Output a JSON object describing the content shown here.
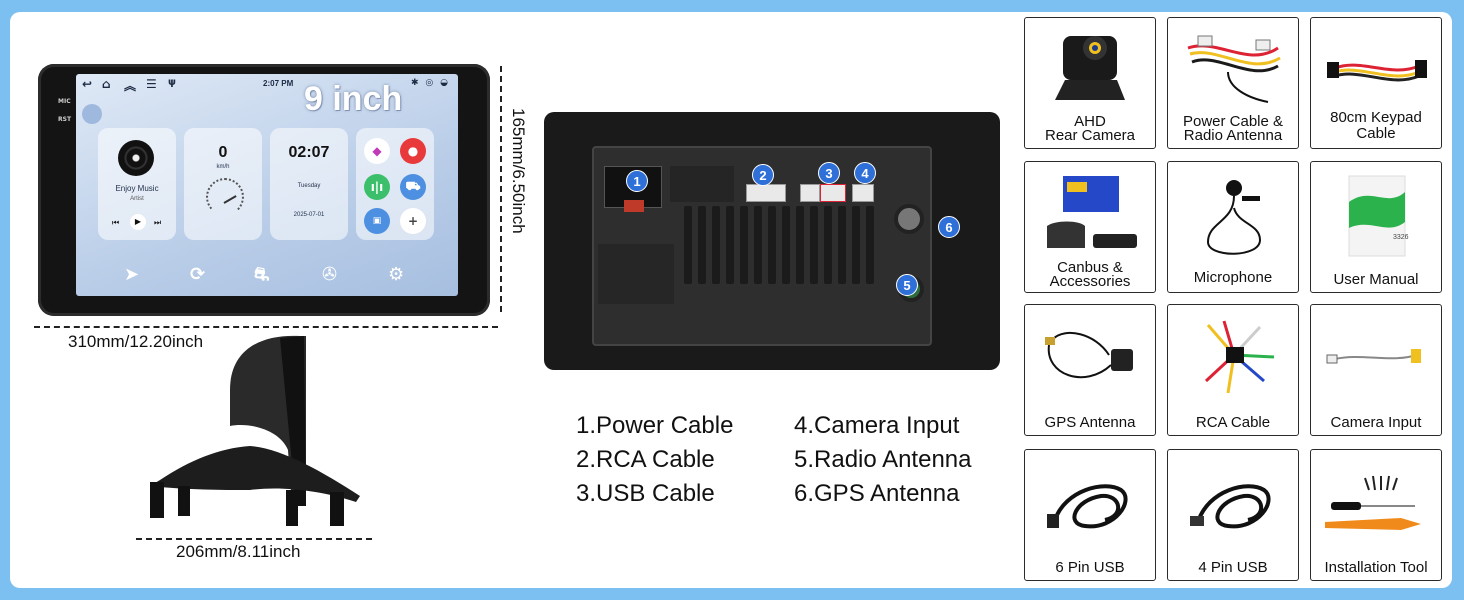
{
  "unit": {
    "side_labels": [
      "MIC",
      "RST"
    ],
    "status_time": "2:07 PM",
    "screen_size": "9 inch",
    "music": {
      "title": "Enjoy Music",
      "artist": "Artist"
    },
    "speed": {
      "value": "0",
      "unit": "km/h"
    },
    "clock": {
      "time": "02:07",
      "day": "Tuesday",
      "date": "2025-07-01"
    }
  },
  "dimensions": {
    "width": "310mm/12.20inch",
    "height": "165mm/6.50inch",
    "depth": "206mm/8.11inch"
  },
  "ports": {
    "badges": [
      "1",
      "2",
      "3",
      "4",
      "5",
      "6"
    ],
    "legend_left": [
      "1.Power Cable",
      "2.RCA Cable",
      "3.USB Cable"
    ],
    "legend_right": [
      "4.Camera Input",
      "5.Radio Antenna",
      "6.GPS Antenna"
    ]
  },
  "accessories": [
    {
      "label_lines": [
        "AHD",
        "Rear Camera"
      ],
      "icon": "camera-icon"
    },
    {
      "label_lines": [
        "Power Cable &",
        "Radio Antenna"
      ],
      "icon": "wire-harness-icon"
    },
    {
      "label_lines": [
        "80cm Keypad",
        "Cable"
      ],
      "icon": "keypad-cable-icon"
    },
    {
      "label_lines": [
        "Canbus &",
        "Accessories"
      ],
      "icon": "canbus-icon"
    },
    {
      "label_lines": [
        "Microphone"
      ],
      "icon": "microphone-icon"
    },
    {
      "label_lines": [
        "User Manual"
      ],
      "icon": "manual-icon",
      "manual_text": "3326"
    },
    {
      "label_lines": [
        "GPS Antenna"
      ],
      "icon": "gps-antenna-icon"
    },
    {
      "label_lines": [
        "RCA Cable"
      ],
      "icon": "rca-cable-icon"
    },
    {
      "label_lines": [
        "Camera Input"
      ],
      "icon": "camera-input-cable-icon"
    },
    {
      "label_lines": [
        "6 Pin USB"
      ],
      "icon": "usb-cable-icon"
    },
    {
      "label_lines": [
        "4 Pin USB"
      ],
      "icon": "usb-cable-icon"
    },
    {
      "label_lines": [
        "Installation Tool"
      ],
      "icon": "tool-kit-icon"
    }
  ],
  "colors": {
    "background": "#7cc0f2",
    "badge": "#2f6fd8"
  }
}
